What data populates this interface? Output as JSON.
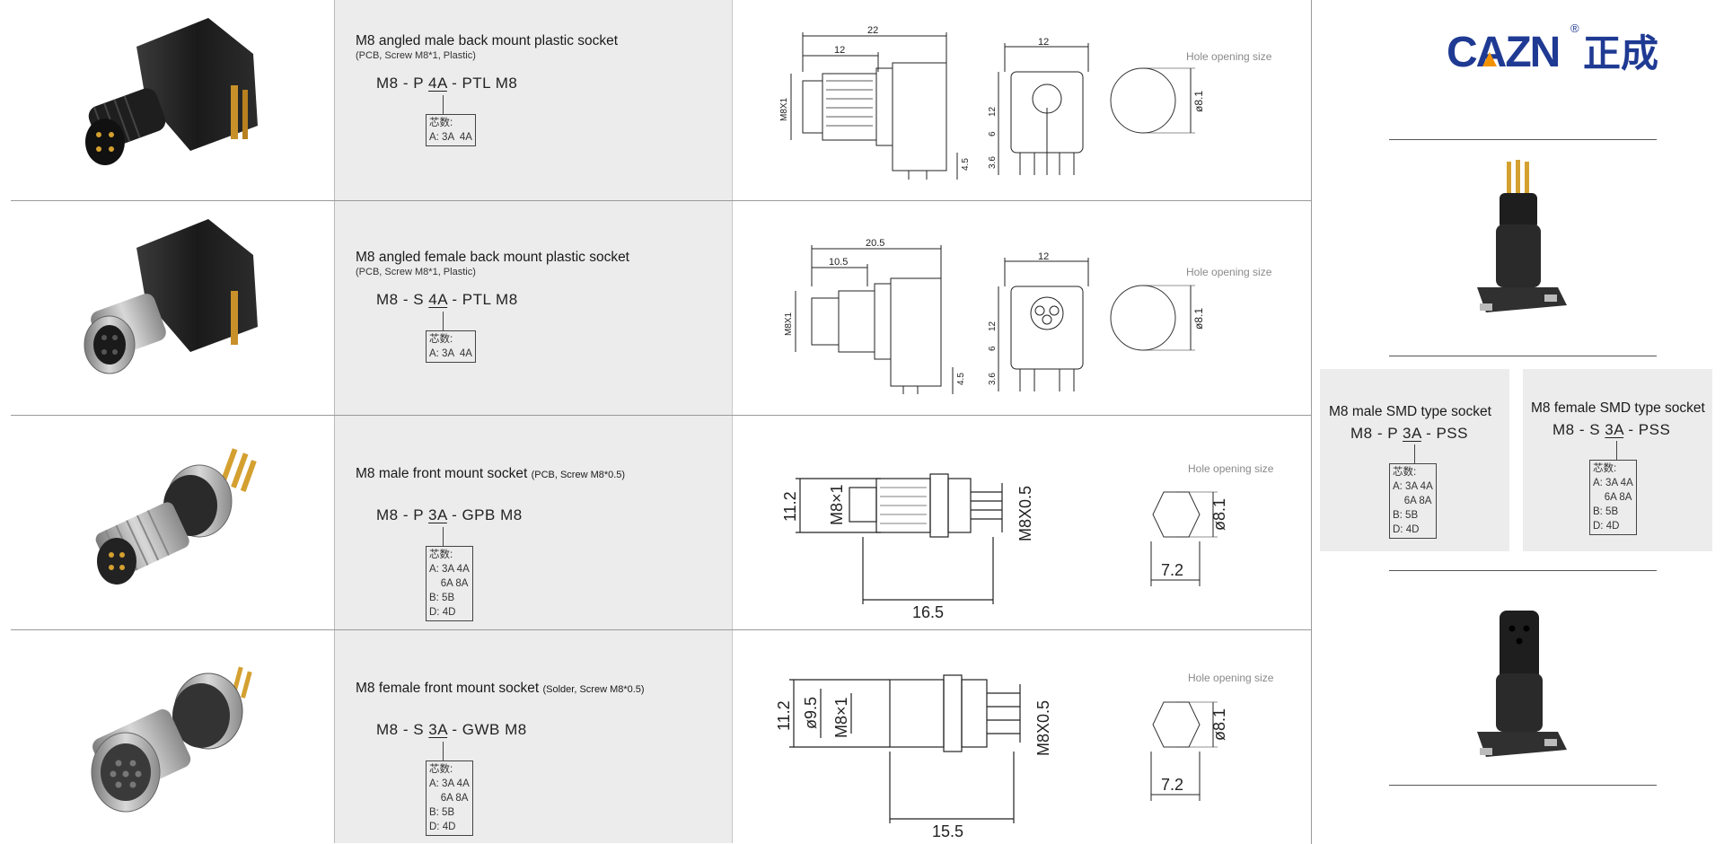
{
  "hole_label": "Hole opening size",
  "rows": [
    {
      "title": "M8 angled male back mount plastic socket",
      "subtitle": "(PCB, Screw M8*1, Plastic)",
      "code_pre": "M8 - P ",
      "code_u": "4A",
      "code_post": " - PTL M8",
      "box": "芯数:\nA: 3A  4A",
      "dims": {
        "overall": "22",
        "partial": "12",
        "thread": "M8X1",
        "width": "12",
        "h1": "12",
        "h2": "6",
        "h3": "3.6",
        "pin": "4.5",
        "hole_d": "ø8.1"
      }
    },
    {
      "title": "M8 angled female back mount plastic socket",
      "subtitle": "(PCB, Screw M8*1, Plastic)",
      "code_pre": "M8 - S ",
      "code_u": "4A",
      "code_post": " - PTL M8",
      "box": "芯数:\nA: 3A  4A",
      "dims": {
        "overall": "20.5",
        "partial": "10.5",
        "thread": "M8X1",
        "width": "12",
        "h1": "12",
        "h2": "6",
        "h3": "3.6",
        "pin": "4.5",
        "hole_d": "ø8.1"
      }
    },
    {
      "title": "M8 male front mount socket",
      "title_small": "(PCB, Screw M8*0.5)",
      "code_pre": "M8 - P ",
      "code_u": "3A",
      "code_post": " - GPB M8",
      "box": "芯数:\nA: 3A 4A\n    6A 8A\nB: 5B\nD: 4D",
      "dims": {
        "height": "11.2",
        "thread1": "M8×1",
        "thread2": "M8X0.5",
        "length": "16.5",
        "hole_d": "ø8.1",
        "hole_w": "7.2"
      }
    },
    {
      "title": "M8 female front mount socket",
      "title_small": "(Solder, Screw M8*0.5)",
      "code_pre": "M8 - S ",
      "code_u": "3A",
      "code_post": " - GWB M8",
      "box": "芯数:\nA: 3A 4A\n    6A 8A\nB: 5B\nD: 4D",
      "dims": {
        "height": "11.2",
        "diam": "ø9.5",
        "thread1": "M8×1",
        "thread2": "M8X0.5",
        "length": "15.5",
        "hole_d": "ø8.1",
        "hole_w": "7.2"
      }
    }
  ],
  "logo": {
    "brand": "CAZN",
    "chinese": "正成",
    "reg": "®"
  },
  "smd": [
    {
      "title": "M8 male SMD type socket",
      "code_pre": "M8 - P ",
      "code_u": "3A",
      "code_post": " - PSS",
      "box": "芯数:\nA: 3A 4A\n    6A 8A\nB: 5B\nD: 4D"
    },
    {
      "title": "M8 female SMD type socket",
      "code_pre": "M8 - S ",
      "code_u": "3A",
      "code_post": " - PSS",
      "box": "芯数:\nA: 3A 4A\n    6A 8A\nB: 5B\nD: 4D"
    }
  ],
  "colors": {
    "brand_blue": "#1f3a93",
    "brand_orange": "#f39200",
    "panel_grey": "#ececec"
  }
}
